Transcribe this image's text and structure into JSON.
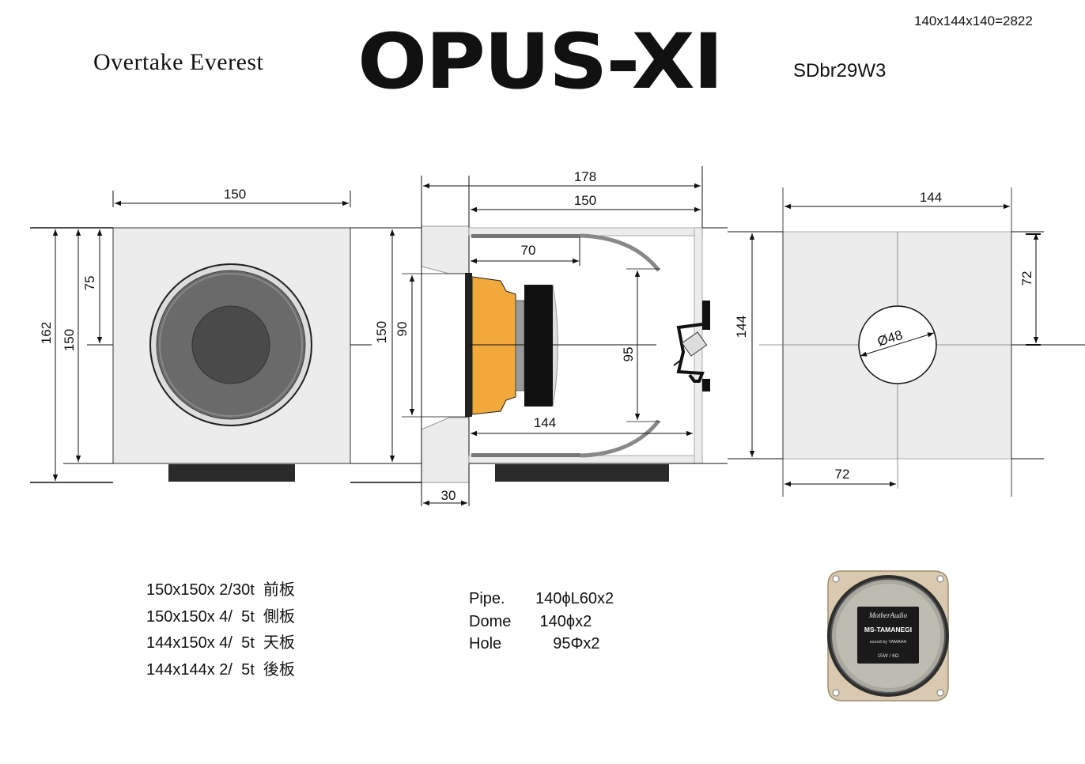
{
  "header": {
    "brand": "Overtake Everest",
    "title": "OPUS-XI",
    "model": "SDbr29W3",
    "volume": "140x144x140=2822"
  },
  "front_view": {
    "width_label": "150",
    "height_outer_label": "162",
    "height_label": "150",
    "center_label": "75"
  },
  "side_view": {
    "total_depth_label": "178",
    "depth_label": "150",
    "height_label": "150",
    "driver_label": "90",
    "pipe_label": "70",
    "hole_label": "95",
    "inner_label": "144",
    "front_label": "30"
  },
  "back_view": {
    "width_label": "144",
    "height_label": "144",
    "half_height_label": "72",
    "half_width_label": "72",
    "port_label": "Ø48"
  },
  "parts_list": [
    "150x150x 2/30t  前板",
    "150x150x 4/  5t  側板",
    "144x150x 4/  5t  天板",
    "144x144x 2/  5t  後板"
  ],
  "pipe_specs": [
    {
      "name": "Pipe.",
      "value": "140ϕL60x2"
    },
    {
      "name": "Dome",
      "value": " 140ϕx2"
    },
    {
      "name": "Hole",
      "value": "    95Φx2"
    }
  ],
  "driver_photo": {
    "brand": "MotherAudio",
    "model": "MS-TAMANEGI",
    "sub": "sound by YAMAHA",
    "rating": "15W / 6Ω"
  },
  "colors": {
    "panel": "#ececec",
    "cone_dark": "#505050",
    "magnet": "#f0a93a",
    "foot": "#2a2a2a"
  }
}
